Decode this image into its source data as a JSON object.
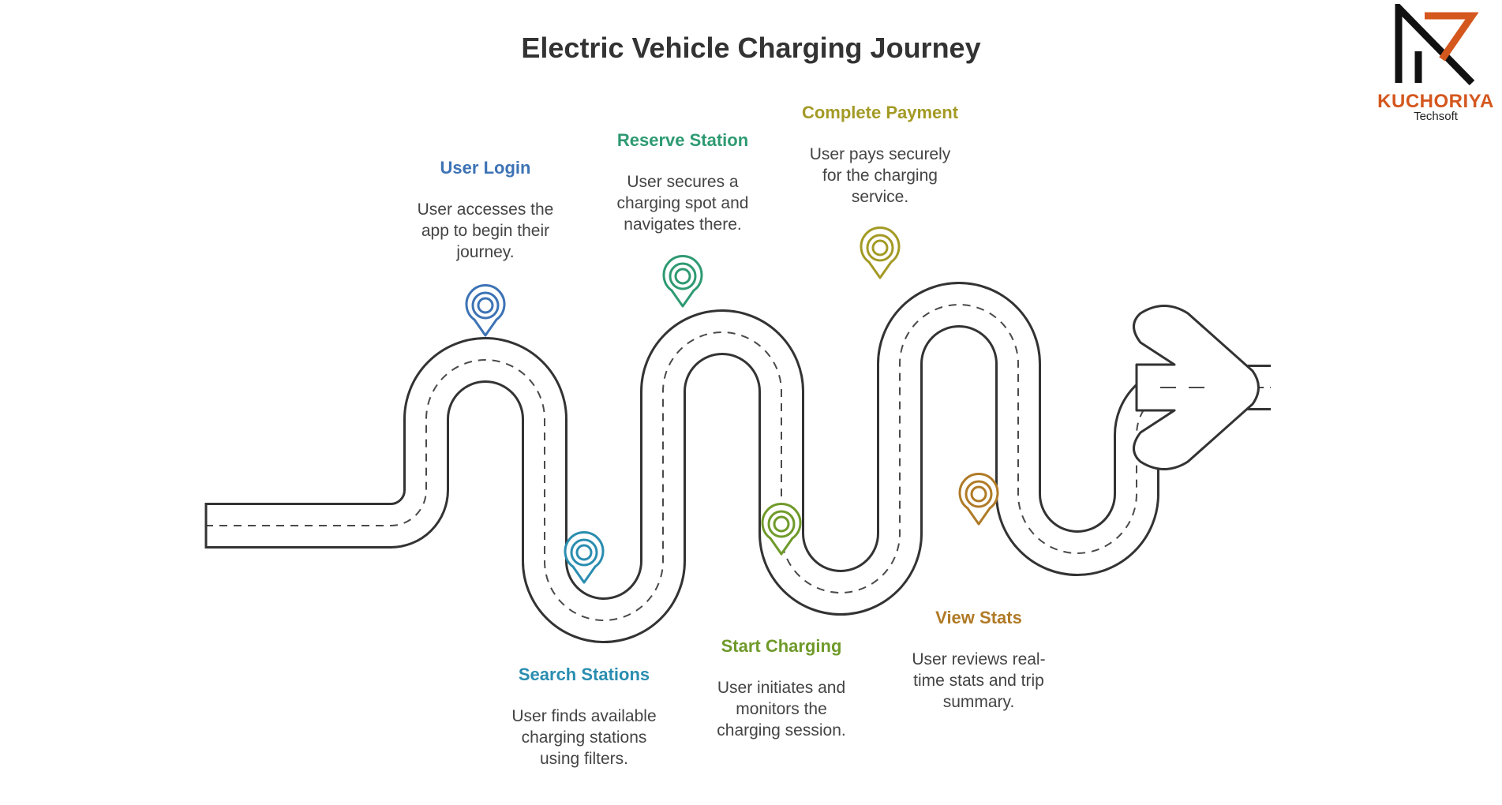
{
  "title": "Electric Vehicle Charging Journey",
  "brand": {
    "name": "KUCHORIYA",
    "tagline": "Techsoft",
    "accent": "#d4571e"
  },
  "steps": [
    {
      "title": "User Login",
      "desc": [
        "User accesses the",
        "app to begin their",
        "journey."
      ],
      "color": "#3d73b5",
      "icon": "location-pin-icon"
    },
    {
      "title": "Search Stations",
      "desc": [
        "User finds available",
        "charging stations",
        "using filters."
      ],
      "color": "#2a8db0",
      "icon": "location-pin-icon"
    },
    {
      "title": "Reserve Station",
      "desc": [
        "User secures a",
        "charging spot and",
        "navigates there."
      ],
      "color": "#2e9a72",
      "icon": "location-pin-icon"
    },
    {
      "title": "Start Charging",
      "desc": [
        "User initiates and",
        "monitors the",
        "charging session."
      ],
      "color": "#6f9a2a",
      "icon": "location-pin-icon"
    },
    {
      "title": "Complete Payment",
      "desc": [
        "User pays securely",
        "for the charging",
        "service."
      ],
      "color": "#a39a25",
      "icon": "location-pin-icon"
    },
    {
      "title": "View Stats",
      "desc": [
        "User reviews real-",
        "time stats and trip",
        "summary."
      ],
      "color": "#b07a26",
      "icon": "location-pin-icon"
    }
  ]
}
